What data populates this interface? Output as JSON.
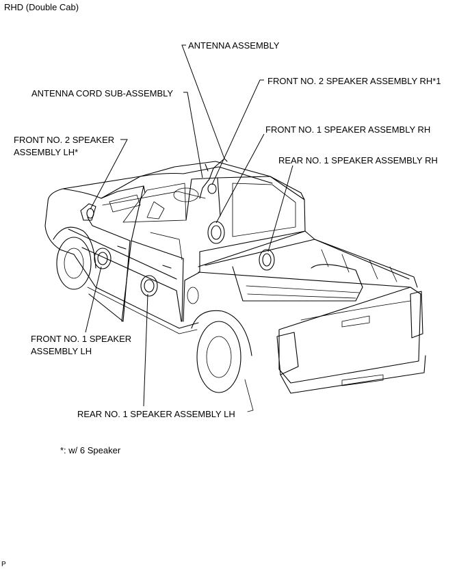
{
  "header": {
    "variant": "RHD (Double Cab)"
  },
  "labels": {
    "antenna_assembly": "ANTENNA ASSEMBLY",
    "front_no2_rh": "FRONT NO. 2 SPEAKER ASSEMBLY RH*1",
    "antenna_cord": "ANTENNA CORD SUB-ASSEMBLY",
    "front_no1_rh": "FRONT NO. 1 SPEAKER ASSEMBLY RH",
    "front_no2_lh_line1": "FRONT NO. 2 SPEAKER",
    "front_no2_lh_line2": "ASSEMBLY LH*",
    "rear_no1_rh": "REAR NO. 1 SPEAKER ASSEMBLY RH",
    "front_no1_lh_line1": "FRONT NO. 1 SPEAKER",
    "front_no1_lh_line2": "ASSEMBLY LH",
    "rear_no1_lh": "REAR NO. 1 SPEAKER ASSEMBLY LH"
  },
  "footnote": "*: w/ 6 Speaker",
  "corner_mark": "P"
}
